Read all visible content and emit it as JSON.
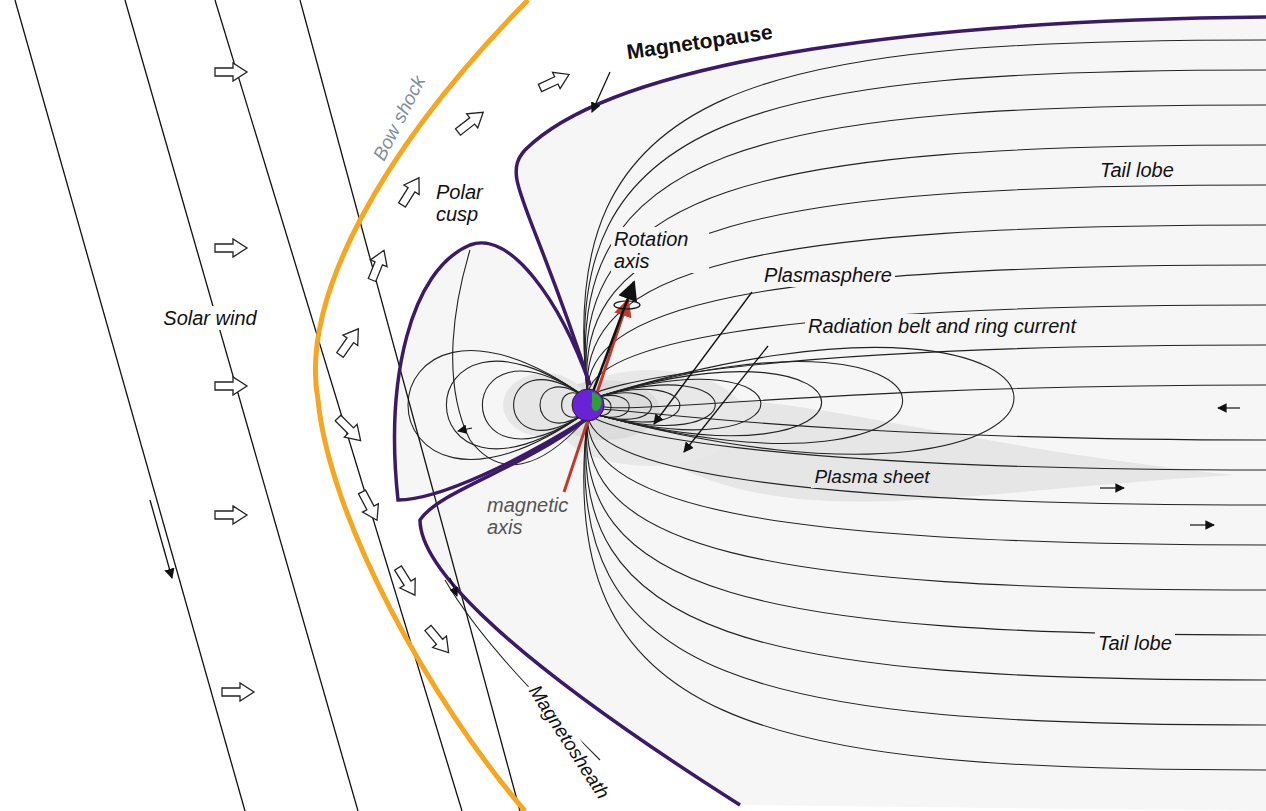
{
  "diagram": {
    "labels": [
      "Magnetopause",
      "Bow shock",
      "Tail lobe",
      "Polar cusp",
      "Rotation axis",
      "Plasmasphere",
      "Radiation belt and ring current",
      "Solar wind",
      "Plasma sheet",
      "magnetic axis",
      "Tail lobe",
      "Magnetosheath"
    ]
  }
}
